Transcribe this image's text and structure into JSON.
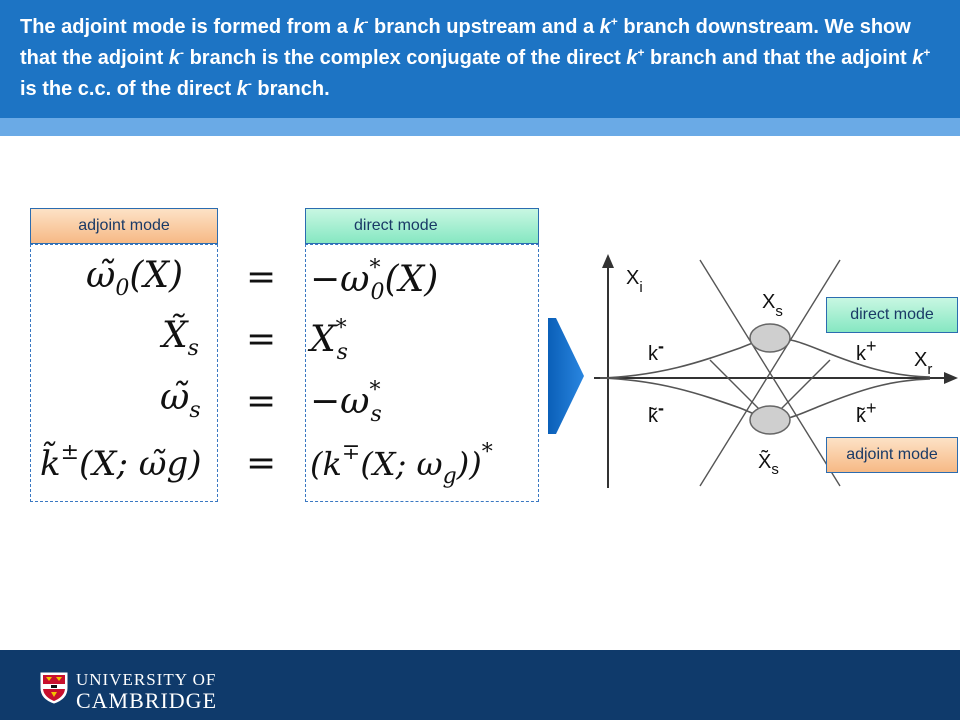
{
  "header": {
    "t1": "The adjoint mode is formed from a ",
    "k": "k",
    "minus": "-",
    "plus": "+",
    "t2": " branch upstream and a ",
    "t3": " branch downstream. We show that the adjoint ",
    "t4": " branch is the complex conjugate of the direct ",
    "t5": " branch and that the adjoint ",
    "t6": " is the c.c. of the direct ",
    "t7": " branch."
  },
  "labels": {
    "adjoint_mode": "adjoint mode",
    "direct_mode": "direct mode"
  },
  "equations": {
    "eq1_lhs_base": "ω̃",
    "eq1_lhs_sub": "0",
    "eq1_lhs_arg": "(X)",
    "equals": "=",
    "eq1_rhs_base": "−ω",
    "eq1_rhs_sup": "*",
    "eq1_rhs_sub": "0",
    "eq1_rhs_arg": "(X)",
    "eq2_lhs_base": "X̃",
    "eq2_lhs_sub": "s",
    "eq2_rhs_base": "X",
    "eq2_rhs_sup": "*",
    "eq2_rhs_sub": "s",
    "eq3_lhs_base": "ω̃",
    "eq3_lhs_sub": "s",
    "eq3_rhs_base": "−ω",
    "eq3_rhs_sup": "*",
    "eq3_rhs_sub": "s",
    "eq4_lhs_base": "k̃",
    "eq4_lhs_sup": "±",
    "eq4_lhs_arg": "(X; ω̃g)",
    "eq4_rhs_open": "(k",
    "eq4_rhs_sup": "∓",
    "eq4_rhs_arg": "(X; ω",
    "eq4_rhs_sub": "g",
    "eq4_rhs_close": "))",
    "eq4_rhs_star": "*"
  },
  "diagram": {
    "xi_label": "X",
    "xi_sub": "i",
    "xr_label": "X",
    "xr_sub": "r",
    "xs_label": "X",
    "xs_sub": "s",
    "xs_tilde_label": "X̃",
    "kminus": "k",
    "kminus_sup": "-",
    "kplus": "k",
    "kplus_sup": "+",
    "ktminus": "k̃",
    "ktminus_sup": "-",
    "ktplus": "k̃",
    "ktplus_sup": "+"
  },
  "footer": {
    "line1": "UNIVERSITY OF",
    "line2": "CAMBRIDGE"
  },
  "colors": {
    "header": "#1d74c4",
    "strip": "#6aaae6",
    "footer": "#0f3a6b"
  }
}
